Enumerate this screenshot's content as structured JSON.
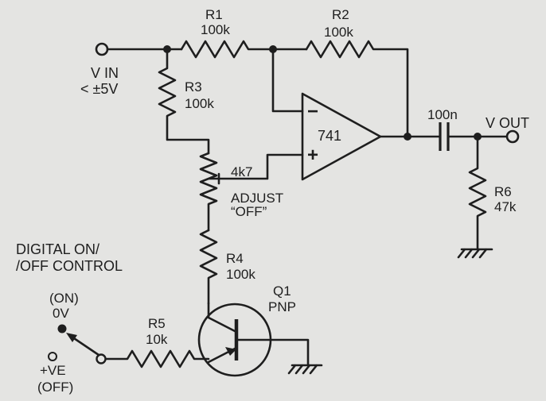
{
  "vin": {
    "label": "V IN",
    "range": "< ±5V"
  },
  "vout": {
    "label": "V OUT"
  },
  "r1": {
    "name": "R1",
    "value": "100k"
  },
  "r2": {
    "name": "R2",
    "value": "100k"
  },
  "r3": {
    "name": "R3",
    "value": "100k"
  },
  "r4": {
    "name": "R4",
    "value": "100k"
  },
  "r5": {
    "name": "R5",
    "value": "10k"
  },
  "r6": {
    "name": "R6",
    "value": "47k"
  },
  "opamp": {
    "name": "741",
    "inv": "−",
    "noninv": "+"
  },
  "cap": {
    "value": "100n"
  },
  "pot": {
    "value": "4k7",
    "adjust_1": "ADJUST",
    "adjust_2": "“OFF”"
  },
  "control": {
    "title_1": "DIGITAL ON/",
    "title_2": "/OFF CONTROL"
  },
  "switch": {
    "on_1": "(ON)",
    "on_2": "0V",
    "off_1": "+VE",
    "off_2": "(OFF)"
  },
  "q1": {
    "name": "Q1",
    "type": "PNP"
  }
}
